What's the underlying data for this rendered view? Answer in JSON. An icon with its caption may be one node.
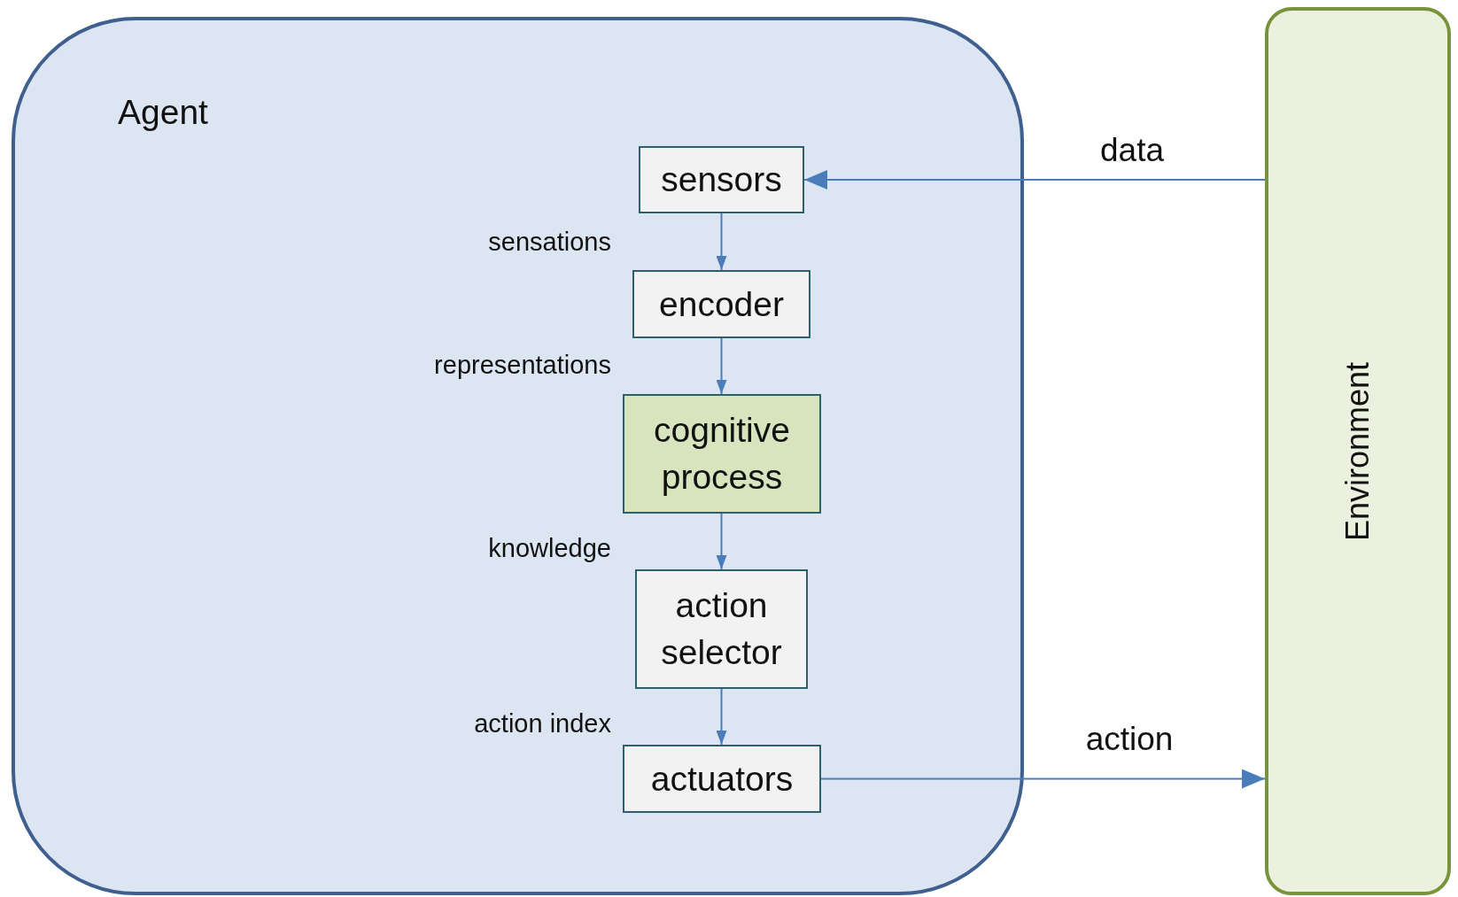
{
  "diagram": {
    "nodes": [
      {
        "text": [
          "Agent"
        ]
      },
      {
        "text": [
          "sensors"
        ],
        "in": 0
      },
      {
        "text": [
          "encoder"
        ],
        "in": 0
      },
      {
        "text": [
          "cognitive process"
        ],
        "in": 0
      },
      {
        "text": [
          "action selector"
        ],
        "in": 0
      },
      {
        "text": [
          "actuators"
        ],
        "in": 0
      },
      {
        "text": [
          "Environment"
        ]
      }
    ],
    "edges": [
      {
        "from": 6,
        "to": 1,
        "arrow": "to",
        "label": "data"
      },
      {
        "from": 1,
        "to": 2,
        "arrow": "to",
        "label": "sensations"
      },
      {
        "from": 2,
        "to": 3,
        "arrow": "to",
        "label": "representations"
      },
      {
        "from": 3,
        "to": 4,
        "arrow": "to",
        "label": "knowledge"
      },
      {
        "from": 4,
        "to": 5,
        "arrow": "to",
        "label": "action index"
      },
      {
        "from": 5,
        "to": 6,
        "arrow": "to",
        "label": "action"
      }
    ]
  }
}
